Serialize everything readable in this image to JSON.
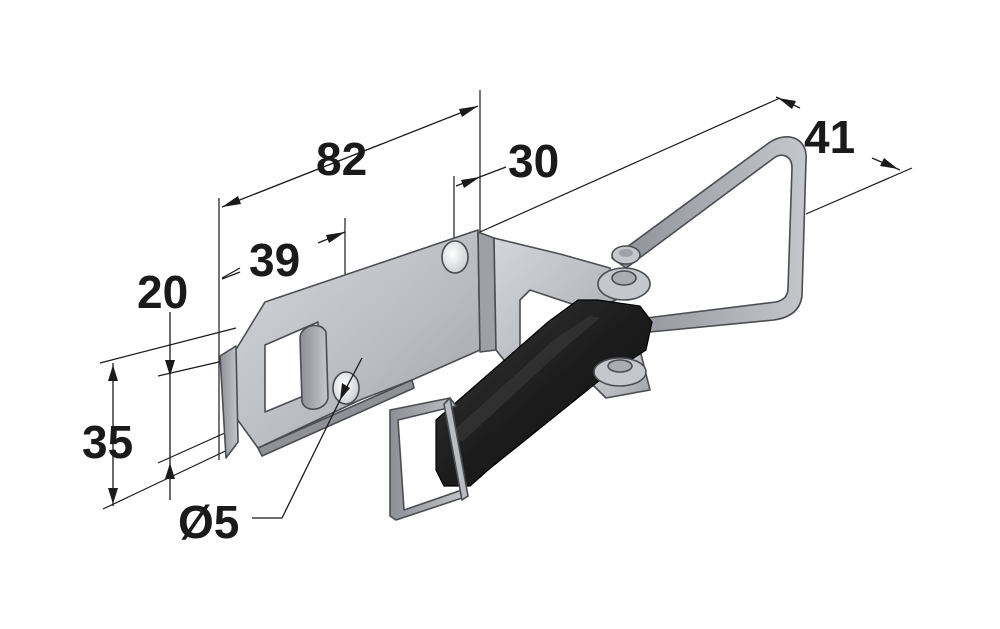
{
  "diagram": {
    "dimensions": {
      "length_total": "82",
      "hinge_offset": "30",
      "hole_offset": "39",
      "width_total": "41",
      "slot_height": "20",
      "plate_height": "35",
      "hole_diameter": "Ø5"
    },
    "colors": {
      "steel_light": "#c9ccd1",
      "steel_mid": "#a9adb3",
      "steel_dark": "#7d8187",
      "rubber": "#1b1b1b",
      "line": "#1a1a1a"
    }
  }
}
